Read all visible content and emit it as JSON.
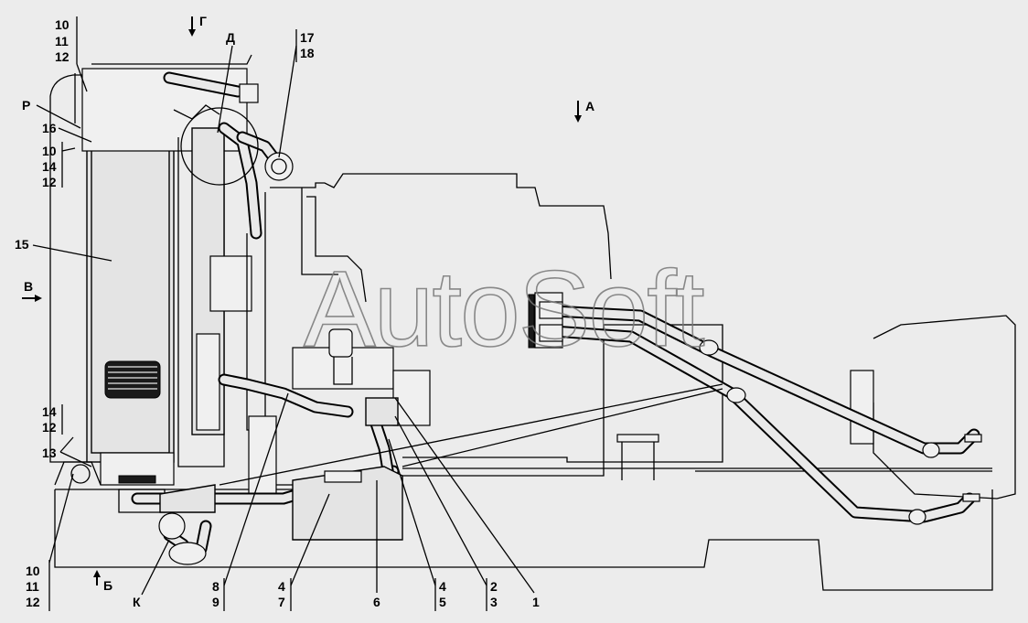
{
  "watermark": "AutoSoft",
  "view_labels": {
    "g": "Г",
    "d": "Д",
    "a": "А",
    "v": "В",
    "b": "Б",
    "r": "Р",
    "k": "К"
  },
  "callouts": {
    "c10a": "10",
    "c11a": "11",
    "c12a": "12",
    "c17": "17",
    "c18": "18",
    "c16": "16",
    "c10b": "10",
    "c14a": "14",
    "c12b": "12",
    "c15": "15",
    "c14b": "14",
    "c12c": "12",
    "c13": "13",
    "c10c": "10",
    "c11c": "11",
    "c12d": "12",
    "c8": "8",
    "c9": "9",
    "c4a": "4",
    "c7": "7",
    "c6": "6",
    "c4b": "4",
    "c5": "5",
    "c2": "2",
    "c3": "3",
    "c1": "1"
  }
}
